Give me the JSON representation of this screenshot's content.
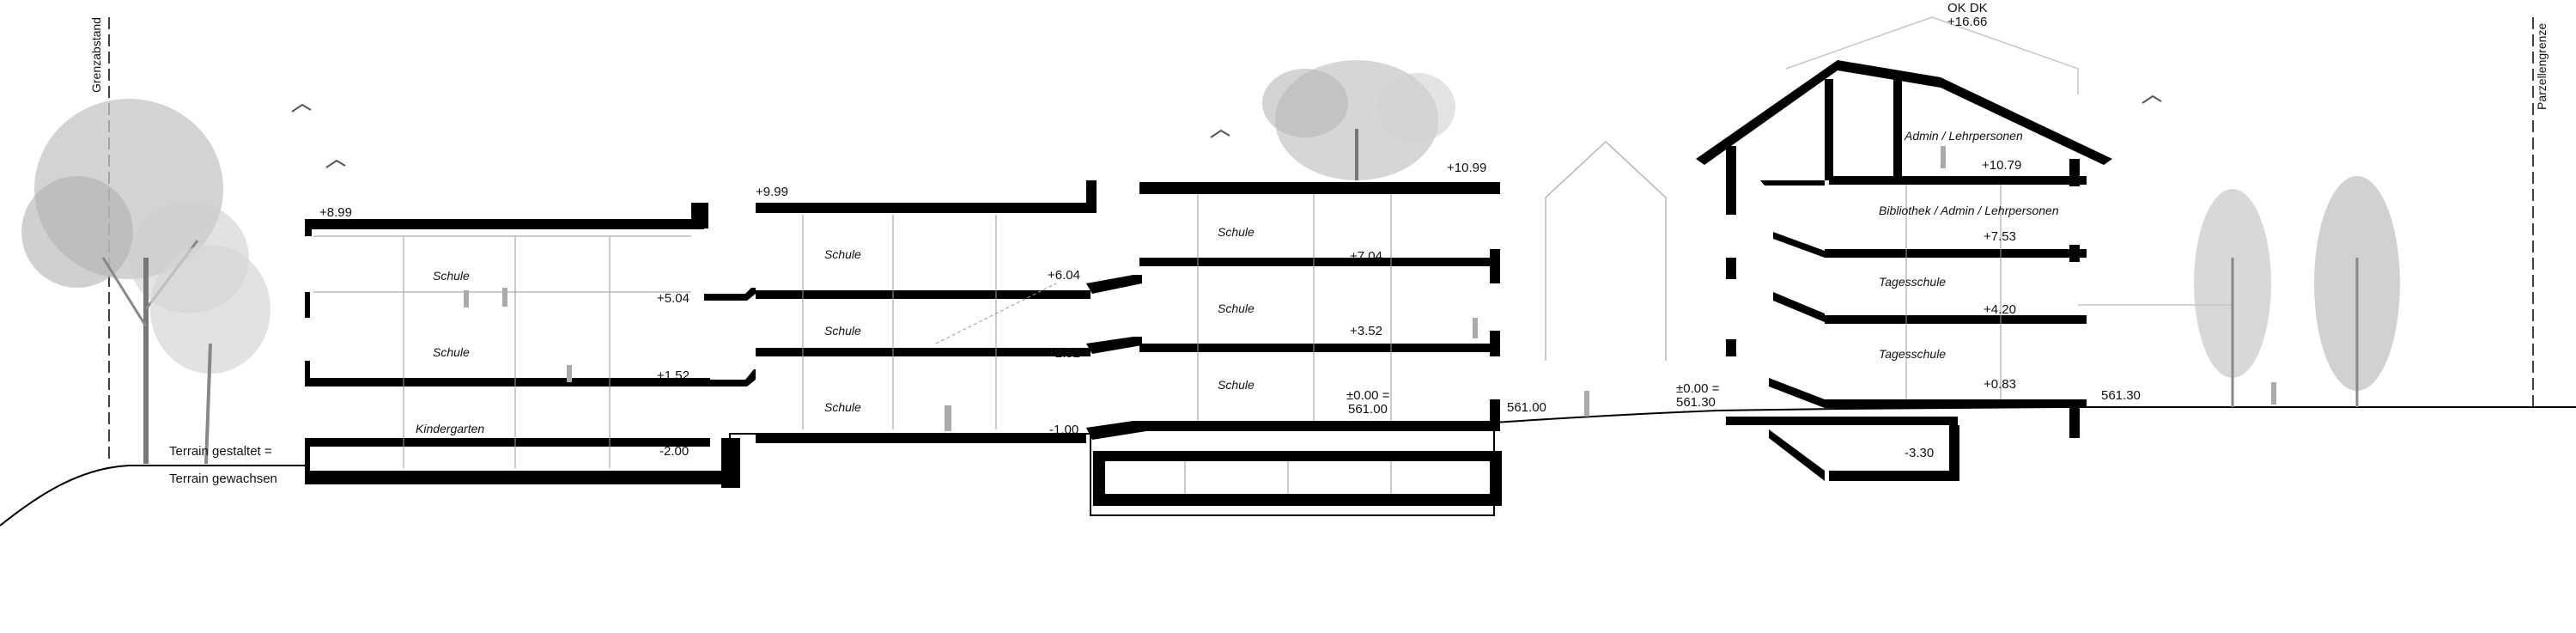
{
  "boundary": {
    "left": "Grenzabstand",
    "right": "Parzellengrenze"
  },
  "terrain": {
    "designed": "Terrain gestaltet =",
    "natural": "Terrain gewachsen"
  },
  "roof_peak": {
    "title": "OK DK",
    "value": "+16.66"
  },
  "levels": {
    "kg_roof": "+8.99",
    "kg_upper": "+5.04",
    "kg_mid": "+1.52",
    "kg_ground": "-2.00",
    "mid_roof": "+9.99",
    "mid_upper": "+6.04",
    "mid_mid": "+2.52",
    "mid_ground": "-1.00",
    "right_roof": "+10.99",
    "right_upper": "+7.04",
    "right_mid": "+3.52",
    "zero_a1": "±0.00 =",
    "zero_a2": "561.00",
    "ground_a": "561.00",
    "zero_b1": "±0.00 =",
    "zero_b2": "561.30",
    "ground_b": "561.30",
    "old_top": "+10.79",
    "old_2": "+7.53",
    "old_1": "+4.20",
    "old_0": "+0.83",
    "old_base": "-3.30"
  },
  "rooms": {
    "schule_1": "Schule",
    "schule_2": "Schule",
    "kindergarten": "Kindergarten",
    "schule_3": "Schule",
    "schule_4": "Schule",
    "schule_5": "Schule",
    "schule_6": "Schule",
    "schule_7": "Schule",
    "schule_8": "Schule",
    "admin": "Admin / Lehrpersonen",
    "bibliothek": "Bibliothek / Admin / Lehrpersonen",
    "tagesschule_1": "Tagesschule",
    "tagesschule_2": "Tagesschule"
  },
  "colors": {
    "structure": "#000000",
    "tree": "#9a9a9a",
    "tree_light": "#c4c4c4",
    "line": "#8a8a8a"
  }
}
